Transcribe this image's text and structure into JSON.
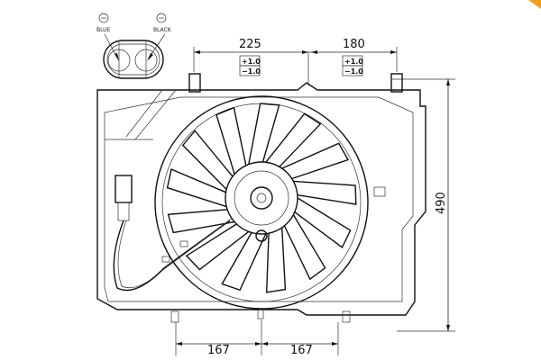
{
  "connector": {
    "left_label": "BLUE",
    "right_label": "BLACK",
    "left_symbol": "⊖",
    "right_symbol": "⊖"
  },
  "dimensions": {
    "top_left": "225",
    "top_right": "180",
    "tol_plus": "+1.0",
    "tol_minus": "−1.0",
    "height": "490",
    "bottom_left": "167",
    "bottom_right": "167"
  },
  "colors": {
    "line": "#111111",
    "accent": "#f0a020"
  }
}
